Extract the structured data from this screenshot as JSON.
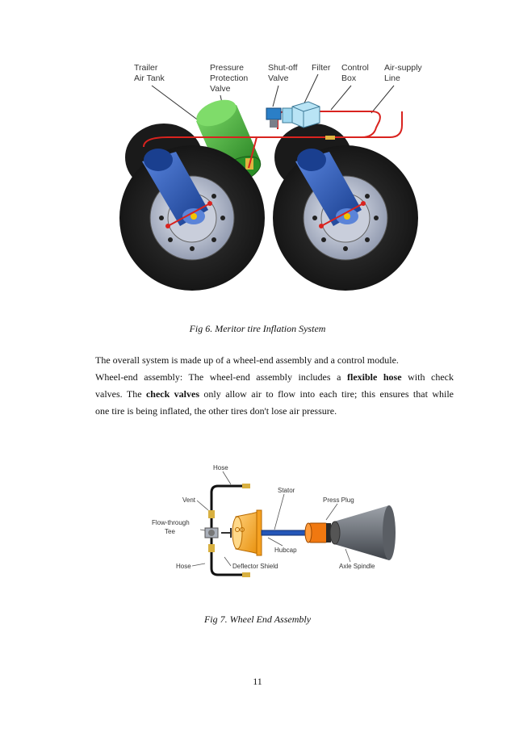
{
  "fig6": {
    "labels": {
      "trailer_tank": [
        "Trailer",
        "Air Tank"
      ],
      "pressure_valve": [
        "Pressure",
        "Protection",
        "Valve"
      ],
      "shutoff": [
        "Shut-off",
        "Valve"
      ],
      "filter": "Filter",
      "control_box": [
        "Control",
        "Box"
      ],
      "air_supply": [
        "Air-supply",
        "Line"
      ]
    },
    "caption": "Fig 6. Meritor tire Inflation System"
  },
  "body": {
    "line1": "The overall system is made up of a wheel-end assembly and a control module.",
    "line2_pre": "Wheel-end assembly: The wheel-end assembly includes a ",
    "line2_bold": "flexible hose",
    "line2_post": " with check",
    "line3_pre": "valves. The ",
    "line3_bold": "check valves",
    "line3_post": " only allow air to flow into each tire; this ensures that while",
    "line4": "one tire is being inflated, the other tires don't lose air pressure."
  },
  "fig7": {
    "labels": {
      "hose_top": "Hose",
      "vent": "Vent",
      "flow_tee": [
        "Flow-through",
        "Tee"
      ],
      "hose_bottom": "Hose",
      "deflector": "Deflector Shield",
      "stator": "Stator",
      "hubcap": "Hubcap",
      "press_plug": "Press Plug",
      "axle": "Axle Spindle"
    },
    "caption": "Fig 7. Wheel End Assembly"
  },
  "page_number": "11",
  "colors": {
    "tank_green": "#3aa832",
    "hub_blue": "#2456b8",
    "air_line_red": "#d9231f",
    "hubcap_orange": "#f5a020",
    "press_plug_orange": "#f07810"
  }
}
